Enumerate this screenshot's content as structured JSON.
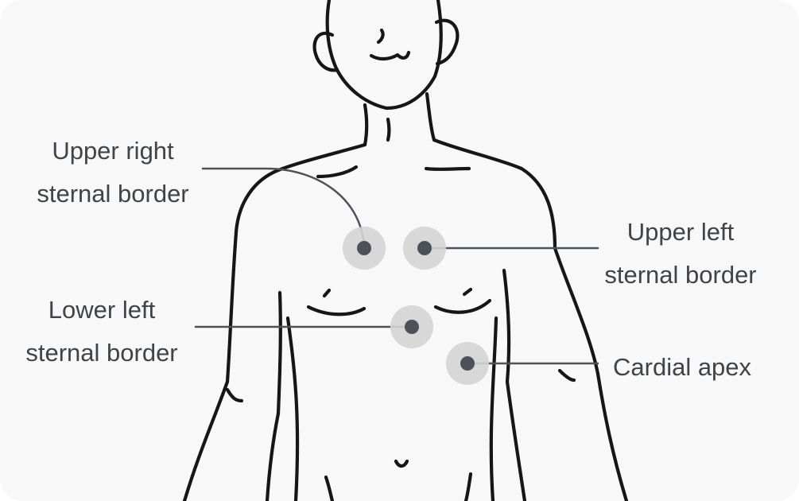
{
  "labels": {
    "upper_right": {
      "line1": "Upper right",
      "line2": "sternal border"
    },
    "upper_left": {
      "line1": "Upper left",
      "line2": "sternal border"
    },
    "lower_left": {
      "line1": "Lower left",
      "line2": "sternal border"
    },
    "cardial_apex": {
      "line1": "Cardial apex"
    }
  },
  "colors": {
    "background": "#f8f8f8",
    "outline": "#161616",
    "marker_halo": "#d4d4d4",
    "marker_dot": "#4d525a",
    "leader_line": "#4d525a",
    "label_text": "#3f4449"
  },
  "icons": {
    "figure": "human-torso-line-drawing",
    "marker": "auscultation-point-marker"
  }
}
